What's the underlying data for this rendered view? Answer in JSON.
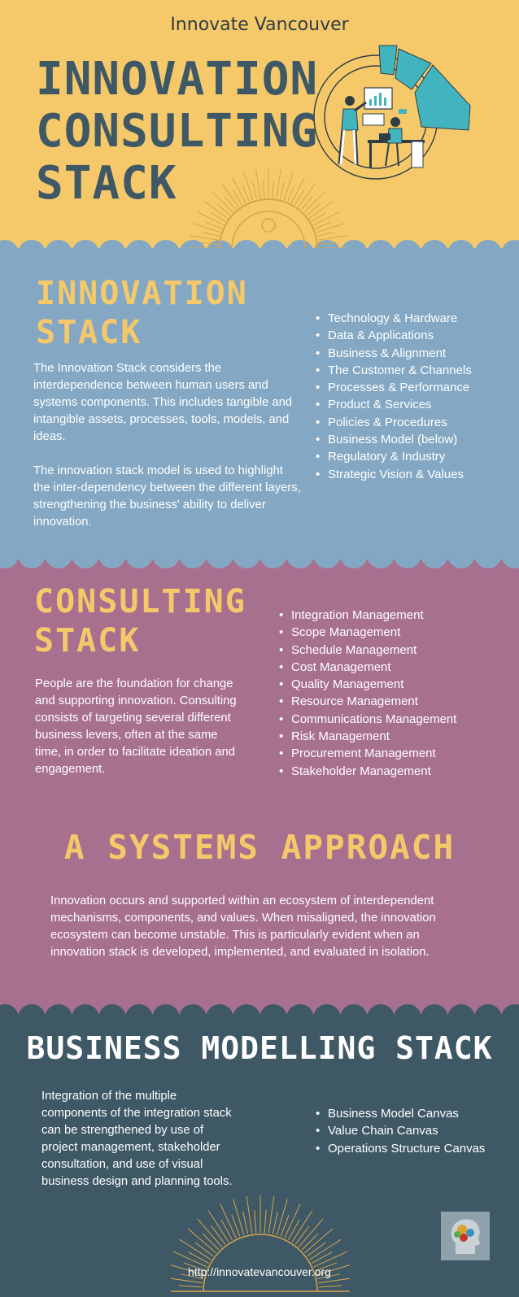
{
  "header": {
    "site_name": "Innovate Vancouver",
    "title_lines": [
      "INNOVATION",
      "CONSULTING",
      "STACK"
    ]
  },
  "innovation_stack": {
    "title_lines": [
      "INNOVATION",
      "STACK"
    ],
    "paragraph1": "The Innovation Stack considers the interdependence between human users and systems components. This includes tangible and intangible assets, processes, tools, models, and ideas.",
    "paragraph2": "The innovation stack model is used to highlight the inter-dependency between the different layers, strengthening the business' ability to deliver innovation.",
    "items": [
      "Technology & Hardware",
      "Data & Applications",
      "Business & Alignment",
      "The Customer & Channels",
      "Processes & Performance",
      "Product & Services",
      "Policies & Procedures",
      "Business Model (below)",
      "Regulatory & Industry",
      "Strategic Vision & Values"
    ]
  },
  "consulting_stack": {
    "title_lines": [
      "CONSULTING",
      "STACK"
    ],
    "paragraph": "People are the foundation for change and supporting innovation. Consulting consists of targeting several different business levers, often at the same time, in order to facilitate ideation and engagement.",
    "items": [
      "Integration Management",
      "Scope Management",
      "Schedule Management",
      "Cost Management",
      "Quality Management",
      "Resource Management",
      "Communications Management",
      "Risk Management",
      "Procurement Management",
      "Stakeholder Management"
    ]
  },
  "systems_approach": {
    "title": "A SYSTEMS APPROACH",
    "paragraph": "Innovation occurs and supported within an ecosystem of interdependent mechanisms, components, and values. When misaligned, the innovation ecosystem can become unstable. This is particularly evident when an innovation stack is developed, implemented, and evaluated in isolation."
  },
  "business_modelling": {
    "title": "BUSINESS MODELLING STACK",
    "paragraph": "Integration of the multiple components of the integration stack can be strengthened by use of project management, stakeholder consultation, and use of visual business design and planning tools.",
    "items": [
      "Business Model Canvas",
      "Value Chain Canvas",
      "Operations Structure Canvas"
    ]
  },
  "footer": {
    "url": "http://innovatevancouver.org"
  },
  "colors": {
    "yellow": "#f5c96a",
    "blue": "#84a8c4",
    "purple": "#a8708f",
    "dark": "#3f5866",
    "teal": "#42b4bf"
  }
}
